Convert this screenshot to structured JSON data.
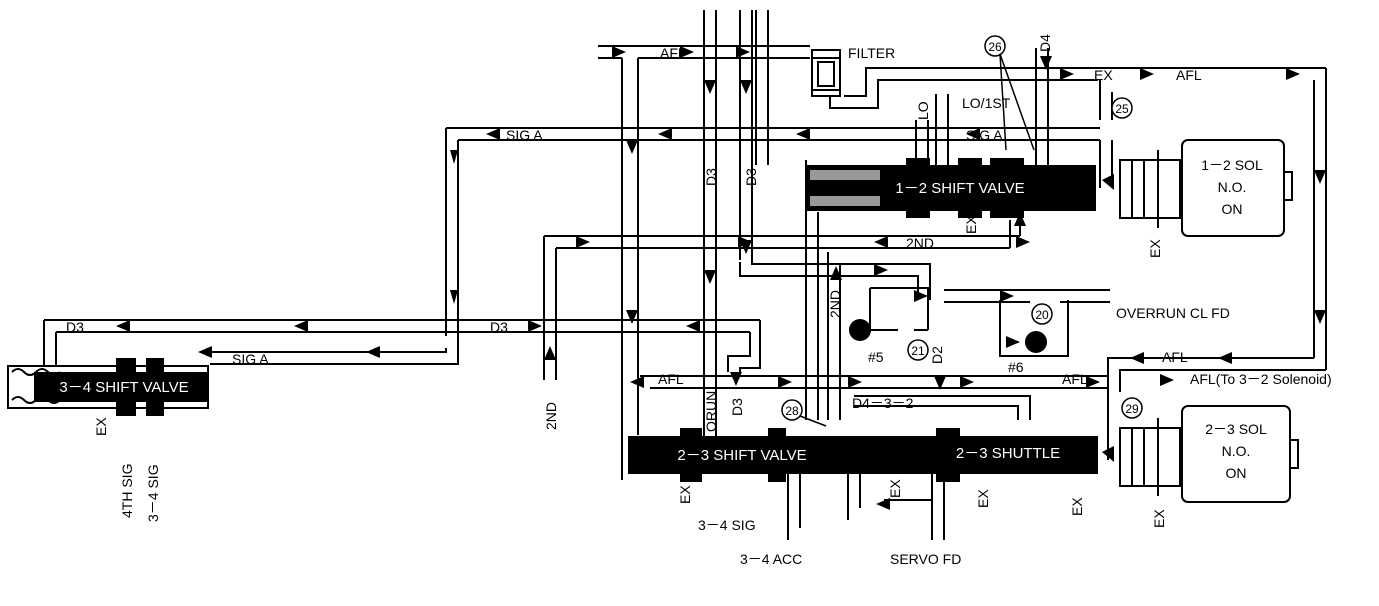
{
  "labels": {
    "afl_top": "AFL",
    "filter": "FILTER",
    "afl_right": "AFL",
    "ex_top_right": "EX",
    "d4": "D4",
    "lo": "LO",
    "lo_1st": "LO/1ST",
    "sig_a_top": "SIG A",
    "sig_a_mid": "SIG A",
    "sig_a_left": "SIG A",
    "d3_v1": "D3",
    "d3_v2": "D3",
    "second_mid": "2ND",
    "second_v1": "2ND",
    "second_v2": "2ND",
    "d3_left": "D3",
    "d3_mid": "D3",
    "overrun_cl_fd": "OVERRUN CL FD",
    "afl_center": "AFL",
    "afl_mid_right": "AFL",
    "afl_lower_right": "AFL",
    "afl_to_32": "AFL(To 3－2 Solenoid)",
    "orun": "ORUN",
    "d3_v3": "D3",
    "d4_3_2": "D4－3－2",
    "d2": "D2",
    "check_5": "#5",
    "check_6": "#6",
    "ex_1": "EX",
    "ex_2": "EX",
    "ex_3": "EX",
    "ex_4": "EX",
    "ex_5": "EX",
    "ex_6": "EX",
    "ex_7": "EX",
    "ex_8": "EX",
    "fourth_sig": "4TH SIG",
    "sig_3_4_v": "3－4 SIG",
    "sig_3_4": "3－4 SIG",
    "acc_3_4": "3－4 ACC",
    "servo_fd": "SERVO FD"
  },
  "valves": {
    "shift_12": "1－2 SHIFT VALVE",
    "shift_34": "3－4 SHIFT VALVE",
    "shift_23": "2－3 SHIFT VALVE",
    "shuttle_23": "2－3 SHUTTLE"
  },
  "solenoids": {
    "sol_12": {
      "line1": "1－2 SOL",
      "line2": "N.O.",
      "line3": "ON"
    },
    "sol_23": {
      "line1": "2－3 SOL",
      "line2": "N.O.",
      "line3": "ON"
    }
  },
  "callouts": [
    "26",
    "25",
    "20",
    "21",
    "28",
    "29"
  ]
}
